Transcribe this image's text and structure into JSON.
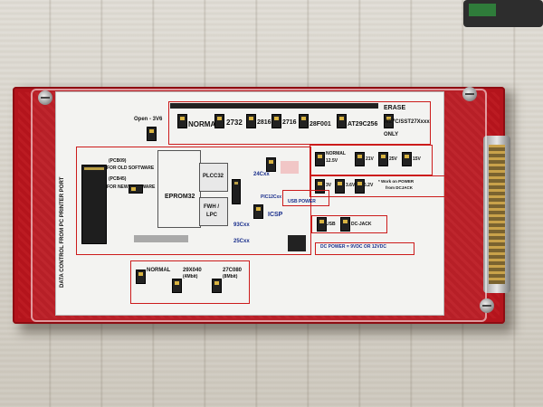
{
  "board": {
    "sticker": {
      "top_jumpers": {
        "open_label": "Open - 3V6",
        "labels": [
          "NORMAL",
          "2732",
          "2816",
          "2716",
          "28F001",
          "AT29C256",
          "ERASE",
          "W27C/SST27Xxxx",
          "ONLY"
        ]
      },
      "side_label": "DATA CONTROL FROM PC PRINTER PORT",
      "software": {
        "old_label": "(PCB09)",
        "old_text": "FOR OLD SOFTWARE",
        "new_label": "(PCB45)",
        "new_text": "FOR NEW SOFTWARE"
      },
      "sockets": {
        "eprom": "EPROM32",
        "plcc": "PLCC32",
        "fwh": "FWH /",
        "lpc": "LPC",
        "c24": "24Cxx",
        "p93": "93Cxx",
        "p25": "25Cxx",
        "pic": "PIC12Cxx",
        "icsp": "ICSP"
      },
      "voltage": {
        "normal": "NORMAL",
        "v125": "12.5V",
        "v21": "21V",
        "v25": "25V",
        "v15": "15V",
        "v3": "3V",
        "v36": "3.6V",
        "v62": "6.2V",
        "note1": "* Work on POWER",
        "note2": "from DCJACK"
      },
      "power": {
        "usb_power": "USB POWER",
        "usb": "USB",
        "dcjack": "DC-JACK",
        "dc_power": "DC POWER = 9VDC OR 12VDC"
      },
      "bottom": {
        "normal": "NORMAL",
        "chip1": "29X040",
        "chip1_size": "(4Mbit)",
        "chip2": "27C080",
        "chip2_size": "(8Mbit)"
      }
    }
  }
}
